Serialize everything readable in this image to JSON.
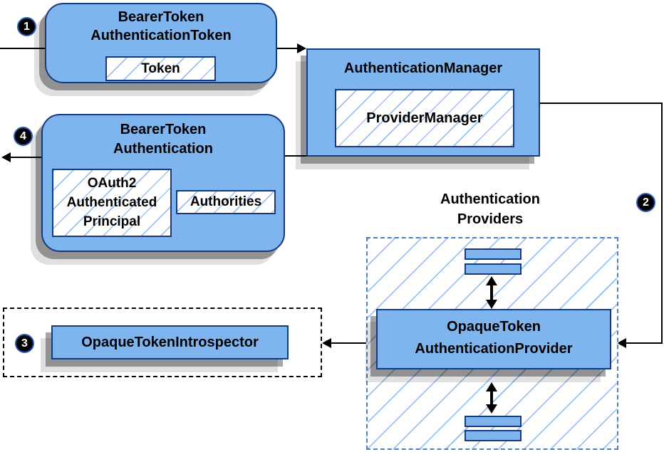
{
  "diagram": {
    "badges": {
      "step1": "1",
      "step2": "2",
      "step3": "3",
      "step4": "4"
    },
    "nodes": {
      "bearer_token_authentication_token": {
        "title_line1": "BearerToken",
        "title_line2": "AuthenticationToken",
        "token_label": "Token"
      },
      "authentication_manager": {
        "title": "AuthenticationManager",
        "provider_manager_label": "ProviderManager"
      },
      "bearer_token_authentication": {
        "title_line1": "BearerToken",
        "title_line2": "Authentication",
        "principal_line1": "OAuth2",
        "principal_line2": "Authenticated",
        "principal_line3": "Principal",
        "authorities_label": "Authorities"
      },
      "authentication_providers": {
        "label_line1": "Authentication",
        "label_line2": "Providers",
        "provider_line1": "OpaqueToken",
        "provider_line2": "AuthenticationProvider"
      },
      "opaque_token_introspector": {
        "label": "OpaqueTokenIntrospector"
      }
    },
    "colors": {
      "node_fill": "#7fb5ee",
      "node_border": "#163a7d",
      "hatch_line": "#9cc3f0",
      "region_border_blue": "#4d7fc4",
      "intro_region_border": "#000000",
      "connector": "#000000",
      "badge_fill": "#000000",
      "badge_ring": "#2e5cb8",
      "badge_text": "#ffffff",
      "shadow": "#9e9e9e"
    }
  }
}
